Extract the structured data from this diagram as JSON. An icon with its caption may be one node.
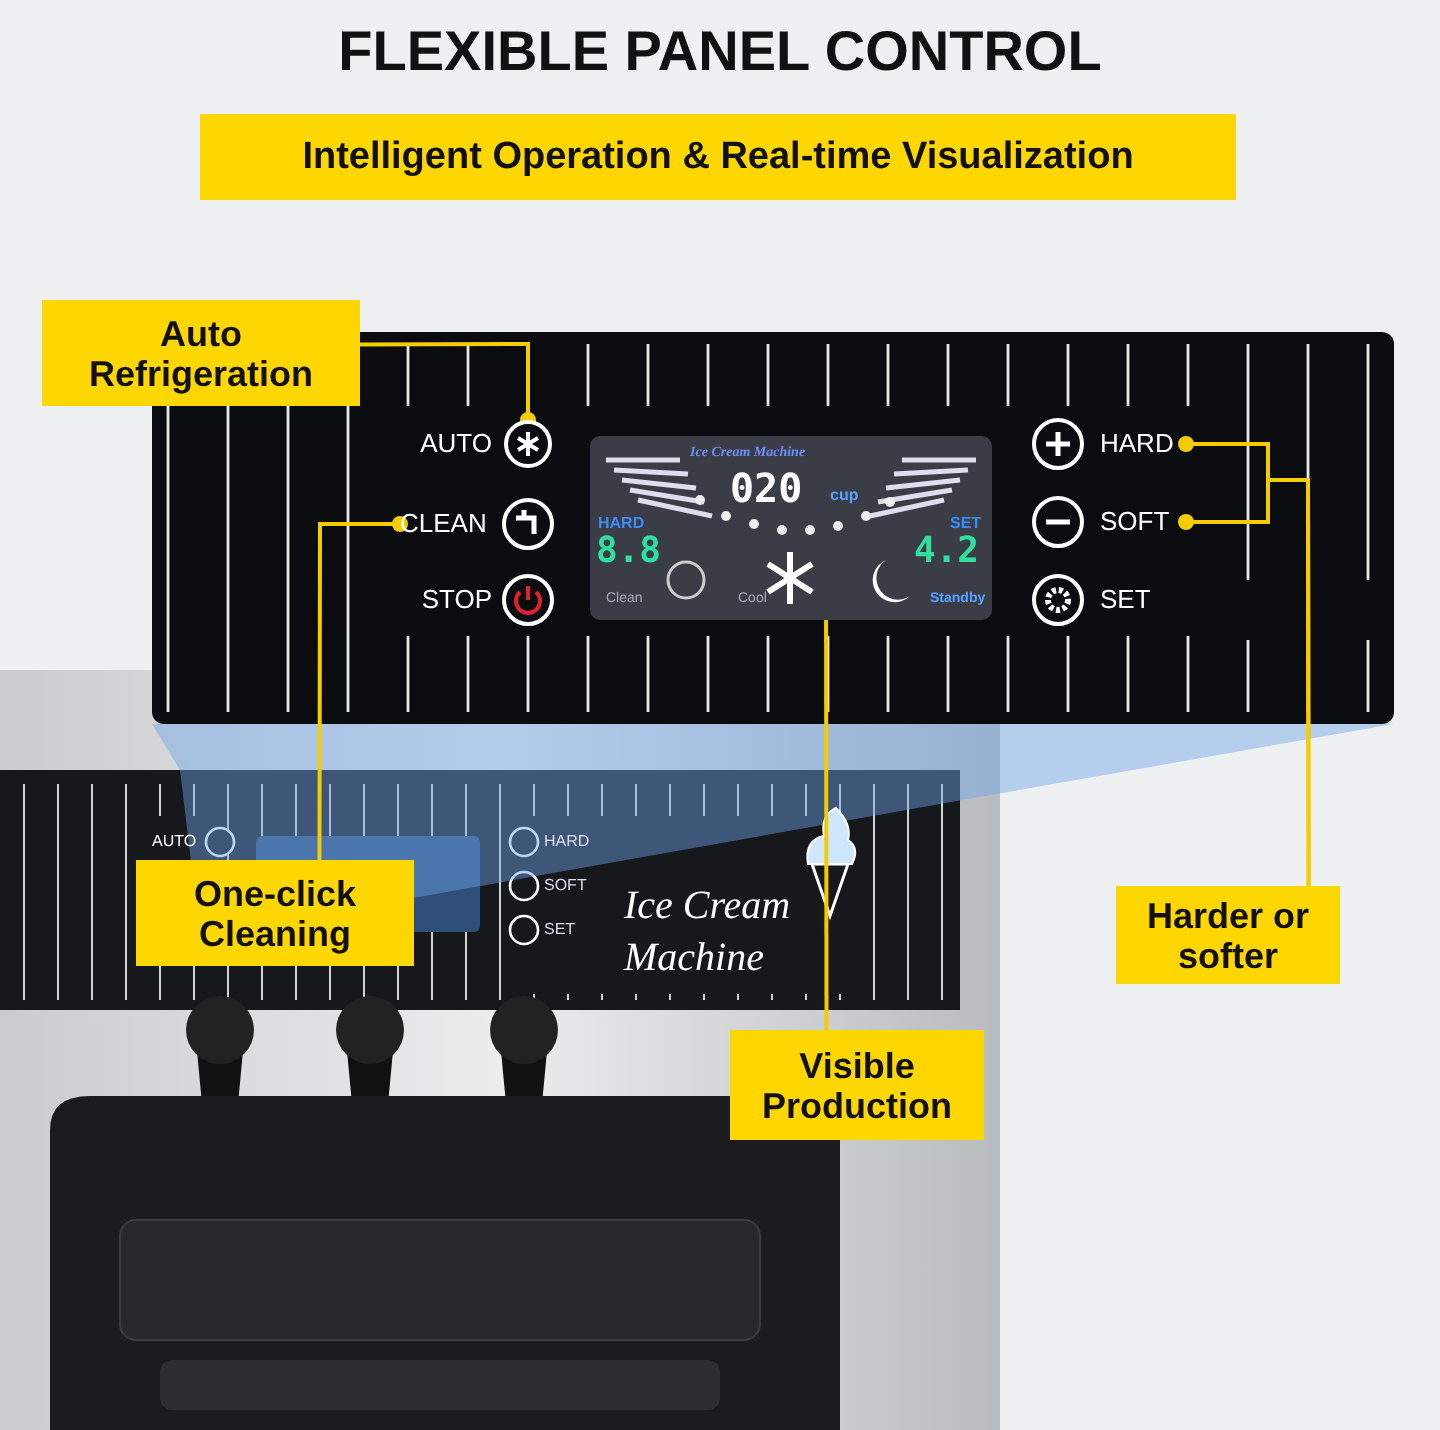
{
  "diagram": {
    "title": "FLEXIBLE PANEL CONTROL",
    "nodes": [
      {
        "text": [
          "Auto Refrigeration"
        ]
      },
      {
        "text": [],
        "shape": "circle"
      },
      {
        "text": [
          "One-click Cleaning"
        ]
      },
      {
        "text": [
          "CLEAN"
        ]
      },
      {
        "text": [
          "Visible Production"
        ]
      },
      {
        "text": [
          "Ice Cream Machine",
          "020",
          "cup",
          "HARD",
          "8.8",
          "SET",
          "4.2",
          "Clean",
          "Cool",
          "Standby"
        ]
      },
      {
        "text": [
          "Harder or softer"
        ]
      },
      {
        "text": [
          "HARD"
        ]
      },
      {
        "text": [
          "SOFT"
        ]
      }
    ],
    "edges": [
      {
        "from": 0,
        "to": 1,
        "arrow": "other"
      },
      {
        "from": 2,
        "to": 3,
        "arrow": "other"
      },
      {
        "from": 4,
        "to": 5,
        "arrow": "other"
      },
      {
        "from": 6,
        "to": 7,
        "arrow": "other"
      },
      {
        "from": 6,
        "to": 8,
        "arrow": "other"
      }
    ],
    "labels": [
      "Intelligent Operation & Real-time Visualization",
      "AUTO",
      "STOP",
      "SET",
      "AUTO",
      "HARD",
      "SOFT",
      "SET",
      "Ice Cream Machine"
    ]
  }
}
